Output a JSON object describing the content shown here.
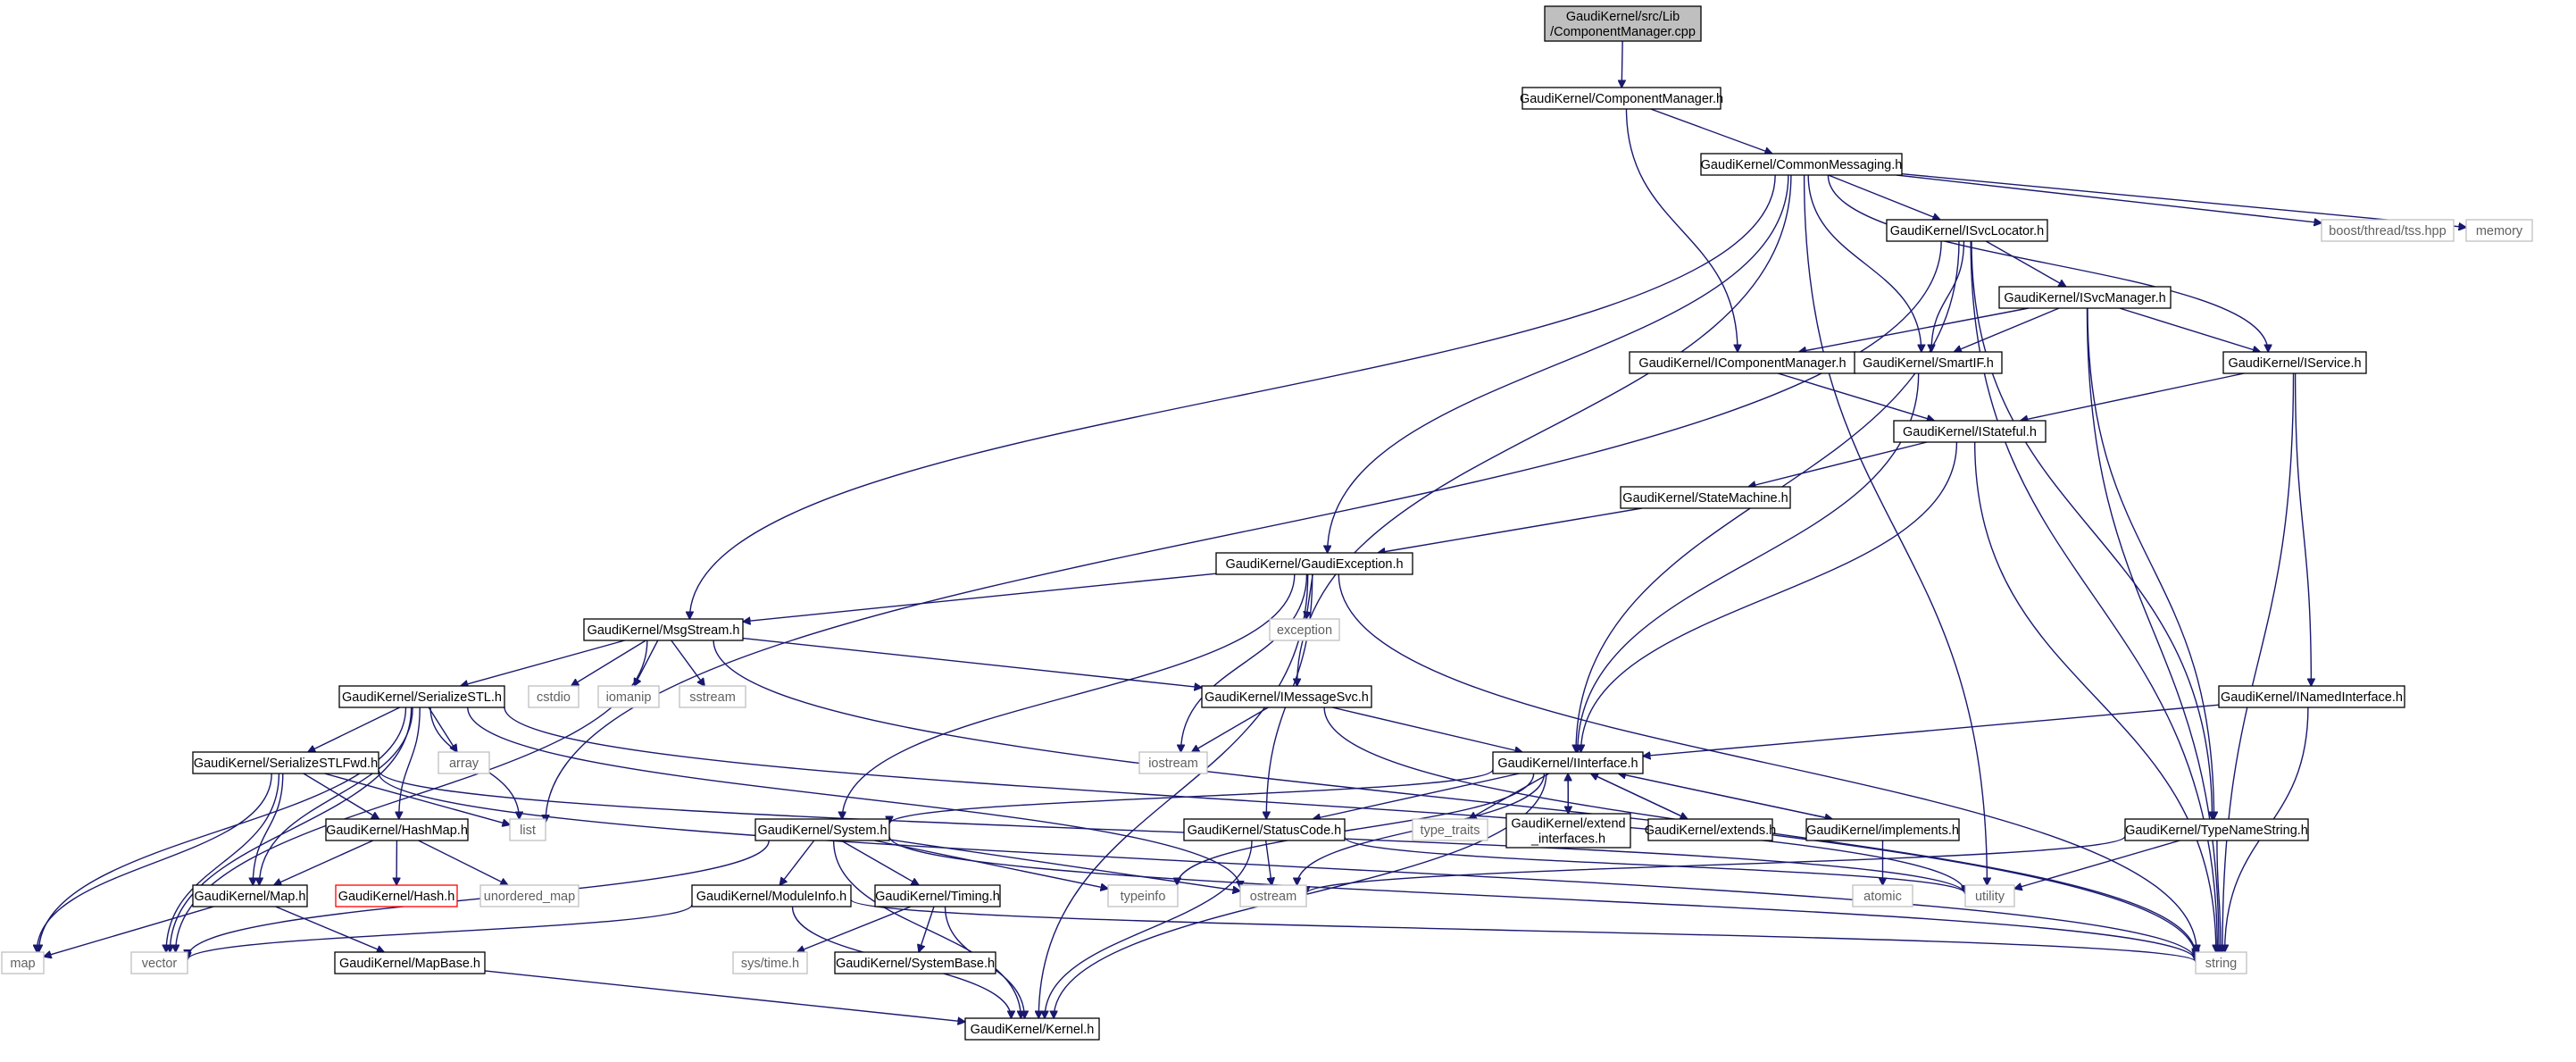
{
  "nodes": [
    {
      "id": "cm_cpp",
      "lines": [
        "GaudiKernel/src/Lib",
        "/ComponentManager.cpp"
      ],
      "style": "root"
    },
    {
      "id": "cm_h",
      "lines": [
        "GaudiKernel/ComponentManager.h"
      ],
      "style": "normal"
    },
    {
      "id": "common",
      "lines": [
        "GaudiKernel/CommonMessaging.h"
      ],
      "style": "normal"
    },
    {
      "id": "isvcloc",
      "lines": [
        "GaudiKernel/ISvcLocator.h"
      ],
      "style": "normal"
    },
    {
      "id": "threadtss",
      "lines": [
        "boost/thread/tss.hpp"
      ],
      "style": "ext"
    },
    {
      "id": "memory",
      "lines": [
        "memory"
      ],
      "style": "ext"
    },
    {
      "id": "isvcmgr",
      "lines": [
        "GaudiKernel/ISvcManager.h"
      ],
      "style": "normal"
    },
    {
      "id": "icompmgr",
      "lines": [
        "GaudiKernel/IComponentManager.h"
      ],
      "style": "normal"
    },
    {
      "id": "smartif",
      "lines": [
        "GaudiKernel/SmartIF.h"
      ],
      "style": "normal"
    },
    {
      "id": "iservice",
      "lines": [
        "GaudiKernel/IService.h"
      ],
      "style": "normal"
    },
    {
      "id": "istateful",
      "lines": [
        "GaudiKernel/IStateful.h"
      ],
      "style": "normal"
    },
    {
      "id": "statemachine",
      "lines": [
        "GaudiKernel/StateMachine.h"
      ],
      "style": "normal"
    },
    {
      "id": "gaudiexc",
      "lines": [
        "GaudiKernel/GaudiException.h"
      ],
      "style": "normal"
    },
    {
      "id": "msgstream",
      "lines": [
        "GaudiKernel/MsgStream.h"
      ],
      "style": "normal"
    },
    {
      "id": "exception",
      "lines": [
        "exception"
      ],
      "style": "ext"
    },
    {
      "id": "serstl",
      "lines": [
        "GaudiKernel/SerializeSTL.h"
      ],
      "style": "normal"
    },
    {
      "id": "cstdio",
      "lines": [
        "cstdio"
      ],
      "style": "ext"
    },
    {
      "id": "iomanip",
      "lines": [
        "iomanip"
      ],
      "style": "ext"
    },
    {
      "id": "sstream",
      "lines": [
        "sstream"
      ],
      "style": "ext"
    },
    {
      "id": "imsgsvc",
      "lines": [
        "GaudiKernel/IMessageSvc.h"
      ],
      "style": "normal"
    },
    {
      "id": "inamed",
      "lines": [
        "GaudiKernel/INamedInterface.h"
      ],
      "style": "normal"
    },
    {
      "id": "array",
      "lines": [
        "array"
      ],
      "style": "ext"
    },
    {
      "id": "iostream",
      "lines": [
        "iostream"
      ],
      "style": "ext"
    },
    {
      "id": "iinterface",
      "lines": [
        "GaudiKernel/IInterface.h"
      ],
      "style": "normal"
    },
    {
      "id": "serstlfwd",
      "lines": [
        "GaudiKernel/SerializeSTLFwd.h"
      ],
      "style": "normal"
    },
    {
      "id": "list",
      "lines": [
        "list"
      ],
      "style": "ext"
    },
    {
      "id": "typetraits",
      "lines": [
        "type_traits"
      ],
      "style": "ext"
    },
    {
      "id": "extendif",
      "lines": [
        "GaudiKernel/extend",
        "_interfaces.h"
      ],
      "style": "normal"
    },
    {
      "id": "extends",
      "lines": [
        "GaudiKernel/extends.h"
      ],
      "style": "normal"
    },
    {
      "id": "implements",
      "lines": [
        "GaudiKernel/implements.h"
      ],
      "style": "normal"
    },
    {
      "id": "typenamestr",
      "lines": [
        "GaudiKernel/TypeNameString.h"
      ],
      "style": "normal"
    },
    {
      "id": "hashmap",
      "lines": [
        "GaudiKernel/HashMap.h"
      ],
      "style": "normal"
    },
    {
      "id": "system",
      "lines": [
        "GaudiKernel/System.h"
      ],
      "style": "normal"
    },
    {
      "id": "statuscode",
      "lines": [
        "GaudiKernel/StatusCode.h"
      ],
      "style": "normal"
    },
    {
      "id": "hash",
      "lines": [
        "GaudiKernel/Hash.h"
      ],
      "style": "red"
    },
    {
      "id": "unordmap",
      "lines": [
        "unordered_map"
      ],
      "style": "ext"
    },
    {
      "id": "atomic",
      "lines": [
        "atomic"
      ],
      "style": "ext"
    },
    {
      "id": "map_h",
      "lines": [
        "GaudiKernel/Map.h"
      ],
      "style": "normal"
    },
    {
      "id": "moduleinfo",
      "lines": [
        "GaudiKernel/ModuleInfo.h"
      ],
      "style": "normal"
    },
    {
      "id": "timing",
      "lines": [
        "GaudiKernel/Timing.h"
      ],
      "style": "normal"
    },
    {
      "id": "typeinfo",
      "lines": [
        "typeinfo"
      ],
      "style": "ext"
    },
    {
      "id": "ostream",
      "lines": [
        "ostream"
      ],
      "style": "ext"
    },
    {
      "id": "utility",
      "lines": [
        "utility"
      ],
      "style": "ext"
    },
    {
      "id": "map",
      "lines": [
        "map"
      ],
      "style": "ext"
    },
    {
      "id": "vector",
      "lines": [
        "vector"
      ],
      "style": "ext"
    },
    {
      "id": "mapbase",
      "lines": [
        "GaudiKernel/MapBase.h"
      ],
      "style": "normal"
    },
    {
      "id": "systime",
      "lines": [
        "sys/time.h"
      ],
      "style": "ext"
    },
    {
      "id": "systembase",
      "lines": [
        "GaudiKernel/SystemBase.h"
      ],
      "style": "normal"
    },
    {
      "id": "string",
      "lines": [
        "string"
      ],
      "style": "ext"
    },
    {
      "id": "kernel",
      "lines": [
        "GaudiKernel/Kernel.h"
      ],
      "style": "normal"
    }
  ],
  "edges": [
    [
      "cm_cpp",
      "cm_h"
    ],
    [
      "cm_h",
      "common"
    ],
    [
      "cm_h",
      "icompmgr"
    ],
    [
      "common",
      "isvcloc"
    ],
    [
      "common",
      "threadtss"
    ],
    [
      "common",
      "memory"
    ],
    [
      "common",
      "smartif"
    ],
    [
      "common",
      "iservice"
    ],
    [
      "common",
      "gaudiexc"
    ],
    [
      "common",
      "msgstream"
    ],
    [
      "common",
      "imsgsvc"
    ],
    [
      "common",
      "utility"
    ],
    [
      "isvcloc",
      "isvcmgr"
    ],
    [
      "isvcloc",
      "smartif"
    ],
    [
      "isvcloc",
      "iinterface"
    ],
    [
      "isvcloc",
      "typenamestr"
    ],
    [
      "isvcloc",
      "list"
    ],
    [
      "isvcloc",
      "string"
    ],
    [
      "isvcmgr",
      "icompmgr"
    ],
    [
      "isvcmgr",
      "smartif"
    ],
    [
      "isvcmgr",
      "iservice"
    ],
    [
      "isvcmgr",
      "typenamestr"
    ],
    [
      "isvcmgr",
      "string"
    ],
    [
      "icompmgr",
      "istateful"
    ],
    [
      "smartif",
      "iinterface"
    ],
    [
      "iservice",
      "istateful"
    ],
    [
      "iservice",
      "inamed"
    ],
    [
      "iservice",
      "string"
    ],
    [
      "istateful",
      "statemachine"
    ],
    [
      "istateful",
      "iinterface"
    ],
    [
      "istateful",
      "string"
    ],
    [
      "statemachine",
      "gaudiexc"
    ],
    [
      "gaudiexc",
      "msgstream"
    ],
    [
      "gaudiexc",
      "exception"
    ],
    [
      "gaudiexc",
      "iostream"
    ],
    [
      "gaudiexc",
      "system"
    ],
    [
      "gaudiexc",
      "statuscode"
    ],
    [
      "gaudiexc",
      "string"
    ],
    [
      "gaudiexc",
      "kernel"
    ],
    [
      "msgstream",
      "serstl"
    ],
    [
      "msgstream",
      "cstdio"
    ],
    [
      "msgstream",
      "iomanip"
    ],
    [
      "msgstream",
      "sstream"
    ],
    [
      "msgstream",
      "imsgsvc"
    ],
    [
      "msgstream",
      "vector"
    ],
    [
      "msgstream",
      "string"
    ],
    [
      "imsgsvc",
      "iostream"
    ],
    [
      "imsgsvc",
      "iinterface"
    ],
    [
      "imsgsvc",
      "string"
    ],
    [
      "inamed",
      "iinterface"
    ],
    [
      "inamed",
      "string"
    ],
    [
      "serstl",
      "serstlfwd"
    ],
    [
      "serstl",
      "array"
    ],
    [
      "serstl",
      "hashmap"
    ],
    [
      "serstl",
      "map_h"
    ],
    [
      "serstl",
      "list"
    ],
    [
      "serstl",
      "map"
    ],
    [
      "serstl",
      "vector"
    ],
    [
      "serstl",
      "ostream"
    ],
    [
      "serstl",
      "utility"
    ],
    [
      "serstlfwd",
      "hashmap"
    ],
    [
      "serstlfwd",
      "map_h"
    ],
    [
      "serstlfwd",
      "list"
    ],
    [
      "serstlfwd",
      "map"
    ],
    [
      "serstlfwd",
      "vector"
    ],
    [
      "serstlfwd",
      "string"
    ],
    [
      "serstlfwd",
      "utility"
    ],
    [
      "iinterface",
      "system"
    ],
    [
      "iinterface",
      "statuscode"
    ],
    [
      "iinterface",
      "typetraits"
    ],
    [
      "iinterface",
      "extendif"
    ],
    [
      "iinterface",
      "extends"
    ],
    [
      "iinterface",
      "implements"
    ],
    [
      "iinterface",
      "typeinfo"
    ],
    [
      "iinterface",
      "ostream"
    ],
    [
      "iinterface",
      "kernel"
    ],
    [
      "extendif",
      "iinterface"
    ],
    [
      "extends",
      "iinterface"
    ],
    [
      "implements",
      "iinterface"
    ],
    [
      "implements",
      "atomic"
    ],
    [
      "typenamestr",
      "ostream"
    ],
    [
      "typenamestr",
      "string"
    ],
    [
      "typenamestr",
      "utility"
    ],
    [
      "hashmap",
      "hash"
    ],
    [
      "hashmap",
      "unordmap"
    ],
    [
      "hashmap",
      "map_h"
    ],
    [
      "system",
      "moduleinfo"
    ],
    [
      "system",
      "timing"
    ],
    [
      "system",
      "typeinfo"
    ],
    [
      "system",
      "ostream"
    ],
    [
      "system",
      "string"
    ],
    [
      "system",
      "vector"
    ],
    [
      "system",
      "kernel"
    ],
    [
      "statuscode",
      "ostream"
    ],
    [
      "statuscode",
      "utility"
    ],
    [
      "statuscode",
      "kernel"
    ],
    [
      "map_h",
      "map"
    ],
    [
      "map_h",
      "mapbase"
    ],
    [
      "moduleinfo",
      "string"
    ],
    [
      "moduleinfo",
      "vector"
    ],
    [
      "moduleinfo",
      "kernel"
    ],
    [
      "timing",
      "systime"
    ],
    [
      "timing",
      "systembase"
    ],
    [
      "timing",
      "kernel"
    ],
    [
      "mapbase",
      "kernel"
    ]
  ]
}
